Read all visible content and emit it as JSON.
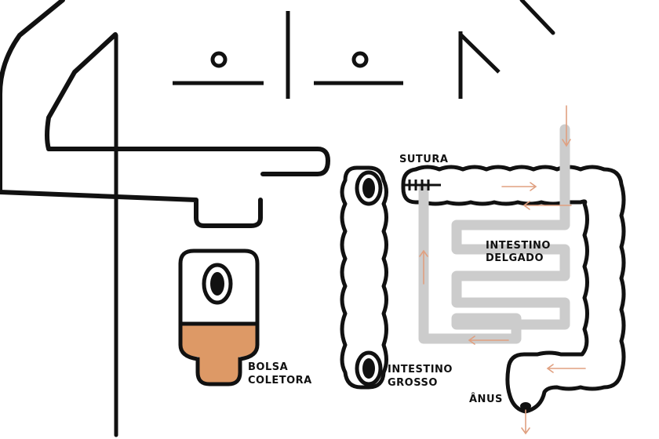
{
  "labels": {
    "sutura": "SUTURA",
    "intestino_delgado_1": "INTESTINO",
    "intestino_delgado_2": "DELGADO",
    "bolsa_1": "BOLSA",
    "bolsa_2": "COLETORA",
    "intestino_grosso_1": "INTESTINO",
    "intestino_grosso_2": "GROSSO",
    "anus": "ÂNUS"
  },
  "colors": {
    "outline": "#111111",
    "small_intestine": "#cccccc",
    "bag_fill": "#dd9966",
    "arrow": "#e0a080",
    "background": "#ffffff"
  }
}
